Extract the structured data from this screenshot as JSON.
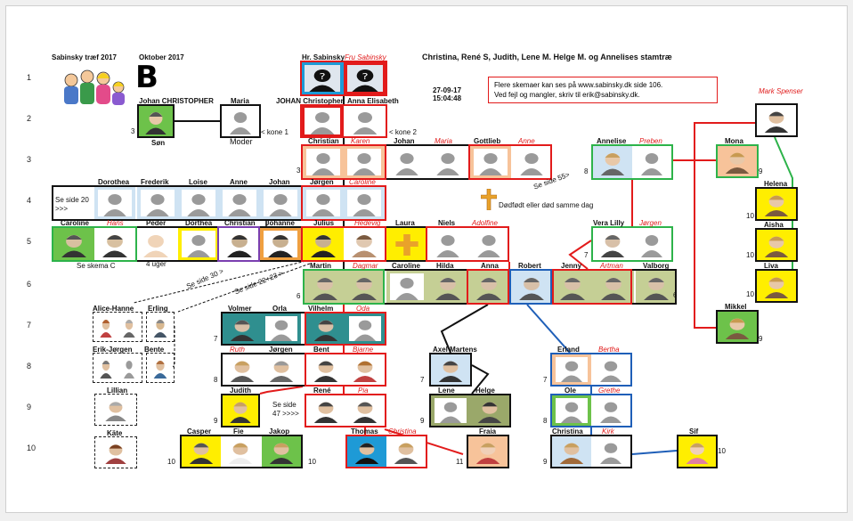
{
  "header": {
    "left_title": "Sabinsky træf 2017",
    "month": "Oktober 2017",
    "letter": "B",
    "main_title": "Christina, René S, Judith, Lene M. Helge M. og Annelises stamtræ",
    "date": "27-09-17",
    "time": "15:04:48",
    "info_line1": "Flere skemaer kan ses på www.sabinsky.dk side 106.",
    "info_line2": "Ved fejl og mangler, skriv til erik@sabinsky.dk."
  },
  "rows": [
    "1",
    "2",
    "3",
    "4",
    "5",
    "6",
    "7",
    "8",
    "9",
    "10"
  ],
  "labels": {
    "hr_sabinsky": "Hr. Sabinsky",
    "fru_sabinsky": "Fru Sabinsky",
    "johan_christopher": "Johan CHRISTOPHER",
    "maria": "Maria",
    "johan_christopher2": "JOHAN Christopher",
    "anna_elisabeth": "Anna Elisabeth",
    "son": "Søn",
    "moder": "Moder",
    "kone1": "< kone 1",
    "kone2": "< kone 2",
    "num3": "3",
    "r3": [
      "Christian",
      "Karen",
      "Johan",
      "Maria",
      "Gottlieb",
      "Anne"
    ],
    "r4": [
      "Dorothea",
      "Frederik",
      "Loise",
      "Anne",
      "Johan",
      "Jørgen",
      "Caroline"
    ],
    "se_side_20": "Se side 20",
    "arrows_right": ">>>",
    "dodfodt": "Dødfødt eller død samme dag",
    "se_side_55": "Se side 55>",
    "r5": [
      "Caroline",
      "Hans",
      "Peder",
      "Dorthea",
      "Christian",
      "Johanne",
      "Julius",
      "Hedevig",
      "Laura",
      "Niels",
      "Adolfine"
    ],
    "se_skema_c": "Se skema C",
    "fire_uger": "4 uger",
    "se_side_30": "Se side 30 >",
    "se_side_22_23": "Se side 22+23 >",
    "r6": [
      "Martin",
      "Dagmar",
      "Caroline",
      "Hilda",
      "Anna",
      "Robert",
      "Jenny",
      "Artman",
      "Valborg"
    ],
    "num6": "6",
    "annelise": "Annelise",
    "preben": "Preben",
    "num8": "8",
    "vera_lilly": "Vera Lilly",
    "jorgen_red": "Jørgen",
    "num7": "7",
    "mark_spenser": "Mark Spenser",
    "right_col": [
      "Mona",
      "Helena",
      "Aisha",
      "Liva",
      "Mikkel"
    ],
    "num9": "9",
    "num10": "10",
    "alice_hanne": "Alice-Hanne",
    "erling": "Erling",
    "erik_jorgen": "Erik-Jørgen",
    "bente": "Bente",
    "lillian": "Lillian",
    "kate": "Käte",
    "volmer": "Volmer",
    "orla": "Orla",
    "vilhelm": "Vilhelm",
    "oda": "Oda",
    "ruth": "Ruth",
    "jorgen2": "Jørgen",
    "bent": "Bent",
    "bjarne": "Bjarne",
    "axel_martens": "Axel Martens",
    "erland": "Erland",
    "bertha": "Bertha",
    "judith": "Judith",
    "rene": "René",
    "pia": "Pia",
    "se_side_47": "Se side",
    "se_side_47b": "47 >>>>",
    "lene": "Lene",
    "helge": "Helge",
    "ole": "Ole",
    "grethe": "Grethe",
    "casper": "Casper",
    "fie": "Fie",
    "jakop": "Jakop",
    "thomas": "Thomas",
    "christina_red": "Christina",
    "fraia": "Fraia",
    "christina": "Christina",
    "kirk": "Kirk",
    "sif": "Sif",
    "num11": "11"
  },
  "colors": {
    "red": "#e21b1b",
    "green": "#2db34a",
    "blue": "#1f5fb8",
    "black": "#111111",
    "purple": "#7a3fb0",
    "teal_fill": "#2f8f8f",
    "peach_fill": "#f7c39a",
    "lightblue_fill": "#cfe3f3",
    "khaki_fill": "#c5cf95",
    "yellow_fill": "#ffee00",
    "green_fill": "#6dc24a",
    "orange_fill": "#f0a040"
  }
}
